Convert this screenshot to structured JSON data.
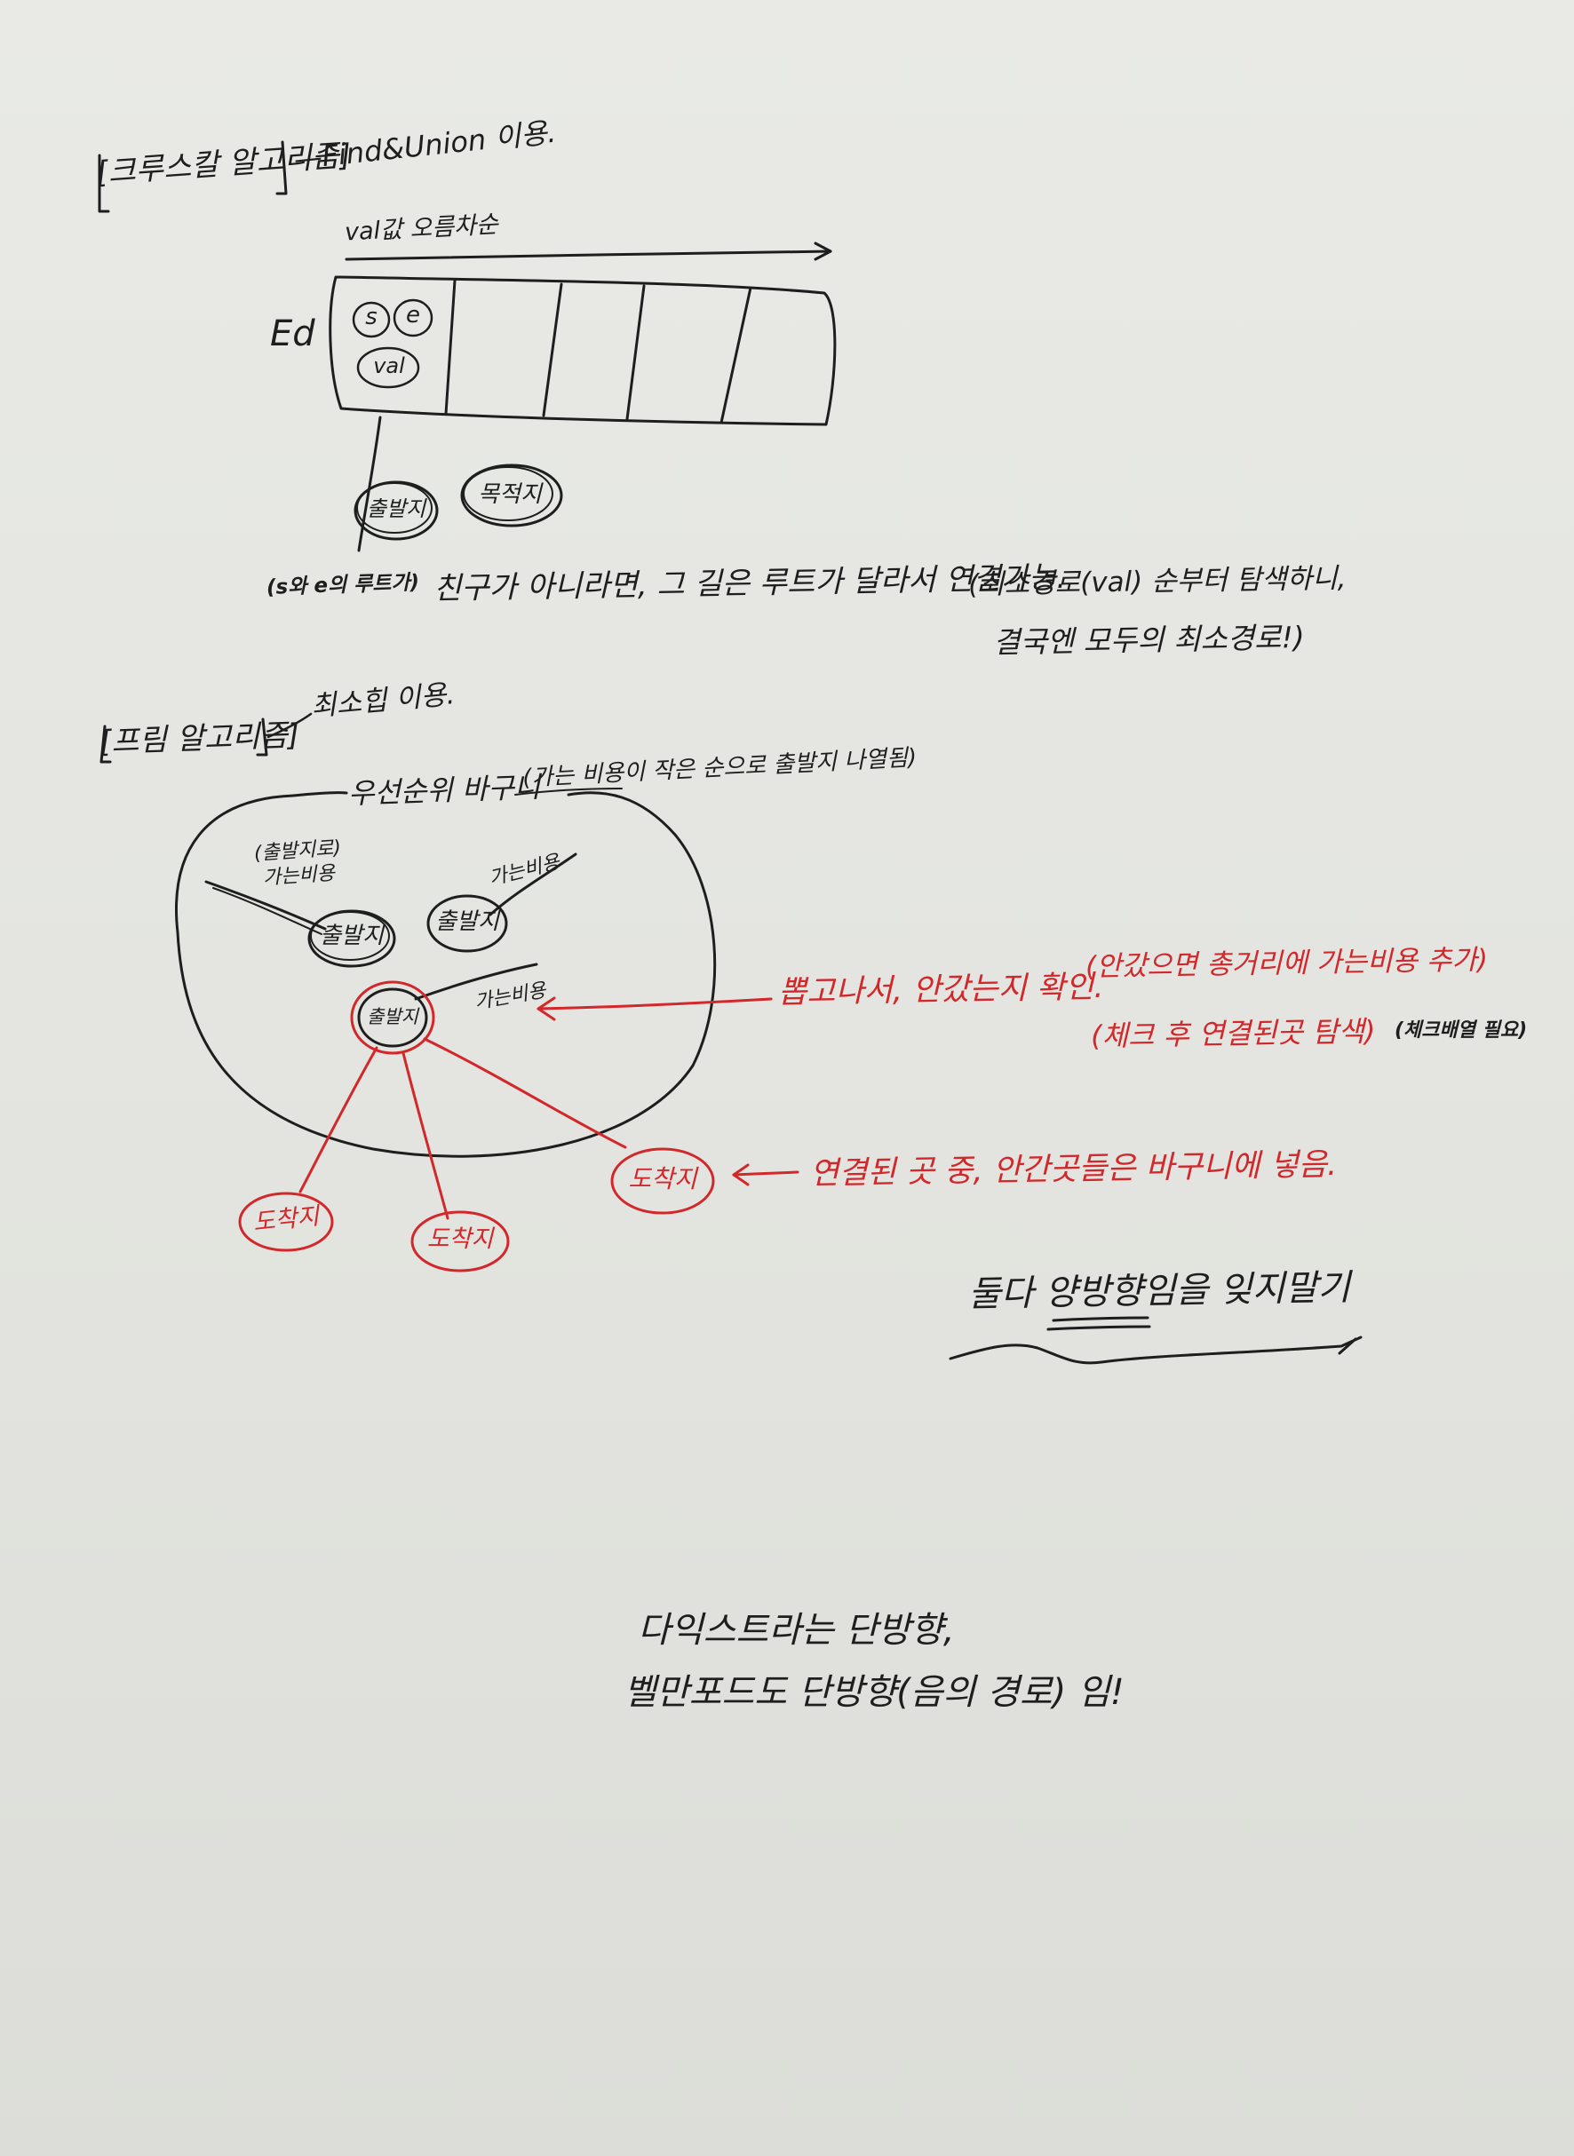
{
  "kruskal": {
    "title": "[크루스칼 알고리즘]",
    "method": "—Find&Union 이용.",
    "order_note": "val값 오름차순",
    "edge_label": "Ed",
    "s": "s",
    "e": "e",
    "val": "val",
    "start": "출발지",
    "dest": "목적지",
    "rule_parenthetical": "(s와 e의 루트가)",
    "rule": "친구가 아니라면, 그 길은 루트가 달라서 연결가능.",
    "note_1": "(최소경로(val) 순부터 탐색하니,",
    "note_2": "결국엔 모두의 최소경로!)"
  },
  "prim": {
    "title": "[프림 알고리즘]",
    "method": "최소힙 이용.",
    "basket_label": "우선순위 바구니",
    "basket_note": "(가는 비용이 작은 순으로 출발지 나열됨)",
    "dist_label": "(출발지로)",
    "cost_label": "가는비용",
    "start": "출발지",
    "dest": "도착지",
    "pop_note": "뽑고나서, 안갔는지 확인.",
    "pop_detail": "(안갔으면 총거리에 가는비용 추가)",
    "check_note": "(체크 후 연결된곳 탐색)",
    "check_small": "(체크배열 필요)",
    "push_note": "연결된 곳 중, 안간곳들은 바구니에 넣음."
  },
  "reminder": "둘다 양방향임을 잊지말기",
  "footer": {
    "line_1": "다익스트라는 단방향,",
    "line_2": "벨만포드도 단방향(음의 경로) 임!"
  },
  "colors": {
    "ink": "#1e1e1e",
    "red_ink": "#d2282b",
    "paper": "#e4e5e0"
  }
}
